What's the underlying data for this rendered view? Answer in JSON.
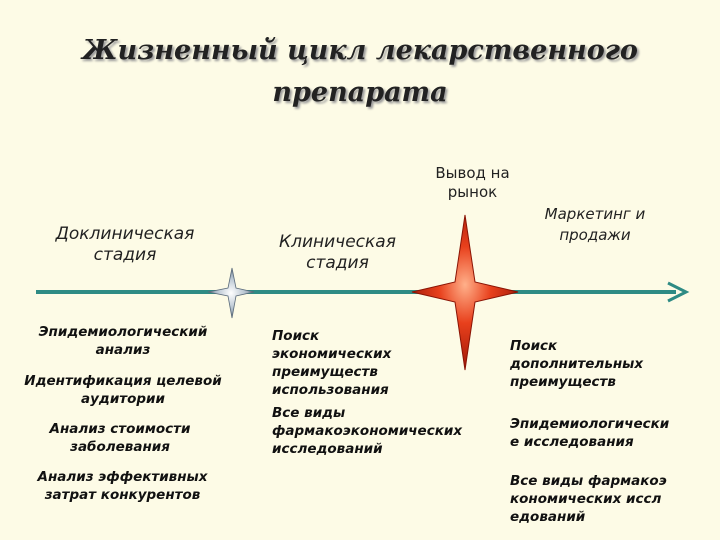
{
  "title": {
    "line1": "Жизненный цикл лекарственного",
    "line2": "препарата"
  },
  "stages": {
    "preclinical": "Доклиническая стадия",
    "clinical": "Клиническая стадия",
    "market_exit": "Вывод на рынок",
    "marketing": "Маркетинг и продажи"
  },
  "preclinical_items": [
    "Эпидемиологический анализ",
    "Идентификация целевой аудитории",
    "Анализ стоимости заболевания",
    "Анализ эффективных затрат конкурентов"
  ],
  "clinical_items": [
    "Поиск экономических преимуществ использования",
    "Все виды фармакоэкономических исследований"
  ],
  "marketing_items": [
    "Поиск дополнительных преимуществ",
    "Эпидемиологические исследования",
    "Все виды фармакоэкономических исследований"
  ],
  "colors": {
    "background": "#fdfbe6",
    "timeline": "#2e8b84",
    "small_star": "#a8b6c4",
    "big_star": "#d42a10"
  },
  "icons": {
    "small_marker": "four-point-star-icon",
    "big_marker": "four-point-star-icon",
    "arrow_head": "arrow-right-icon"
  }
}
